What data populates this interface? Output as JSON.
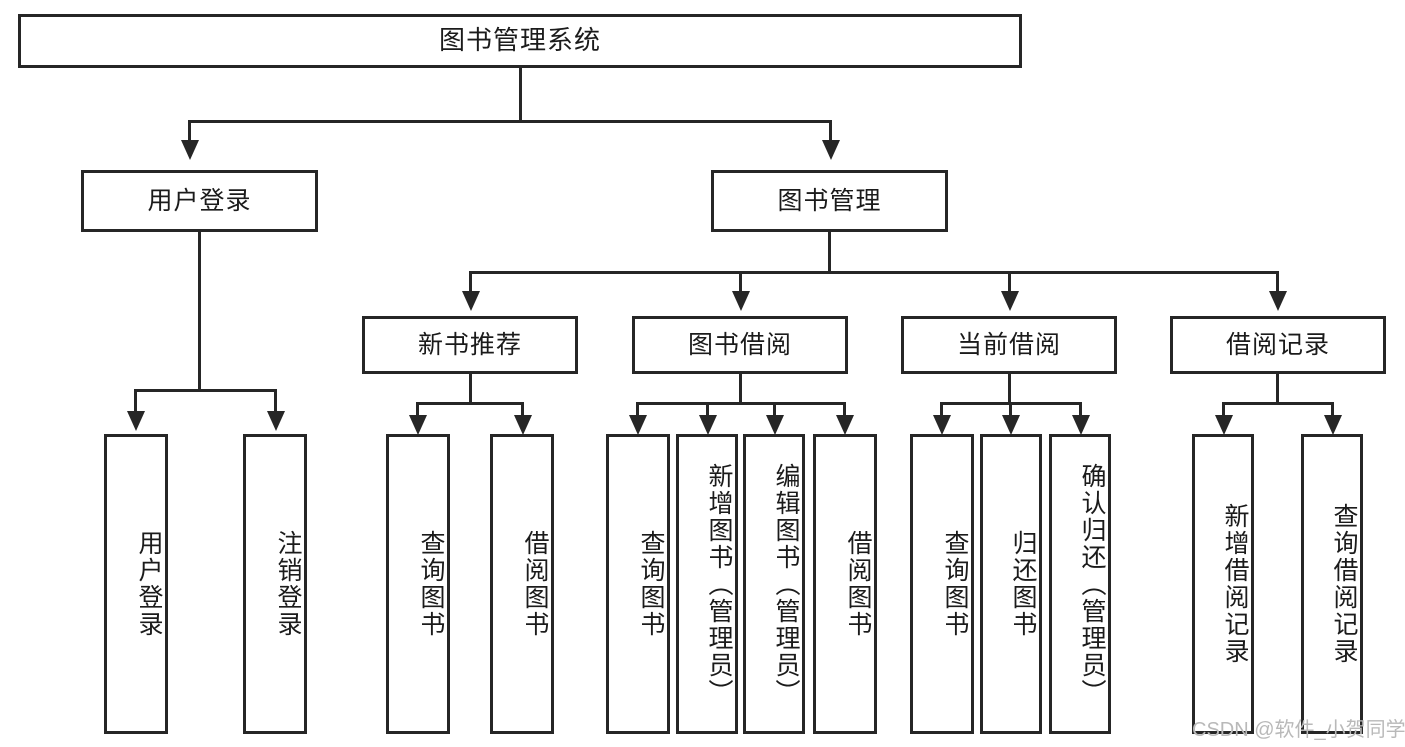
{
  "diagram": {
    "type": "tree-hierarchy",
    "title": "图书管理系统",
    "watermark": "CSDN @软件_小贺同学",
    "colors": {
      "stroke": "#262626",
      "fill": "#ffffff",
      "text": "#1b1b1b",
      "watermark": "#b9b9b9"
    },
    "root": {
      "label": "图书管理系统"
    },
    "level2": [
      {
        "label": "用户登录"
      },
      {
        "label": "图书管理"
      }
    ],
    "level3": [
      {
        "label": "新书推荐"
      },
      {
        "label": "图书借阅"
      },
      {
        "label": "当前借阅"
      },
      {
        "label": "借阅记录"
      }
    ],
    "leaves": {
      "user_login": [
        {
          "label": "用户登录"
        },
        {
          "label": "注销登录"
        }
      ],
      "new_book_recommend": [
        {
          "label": "查询图书"
        },
        {
          "label": "借阅图书"
        }
      ],
      "book_borrow": [
        {
          "label": "查询图书"
        },
        {
          "label": "新增图书（管理员）"
        },
        {
          "label": "编辑图书（管理员）"
        },
        {
          "label": "借阅图书"
        }
      ],
      "current_borrow": [
        {
          "label": "查询图书"
        },
        {
          "label": "归还图书"
        },
        {
          "label": "确认归还（管理员）"
        }
      ],
      "borrow_record": [
        {
          "label": "新增借阅记录"
        },
        {
          "label": "查询借阅记录"
        }
      ]
    }
  }
}
